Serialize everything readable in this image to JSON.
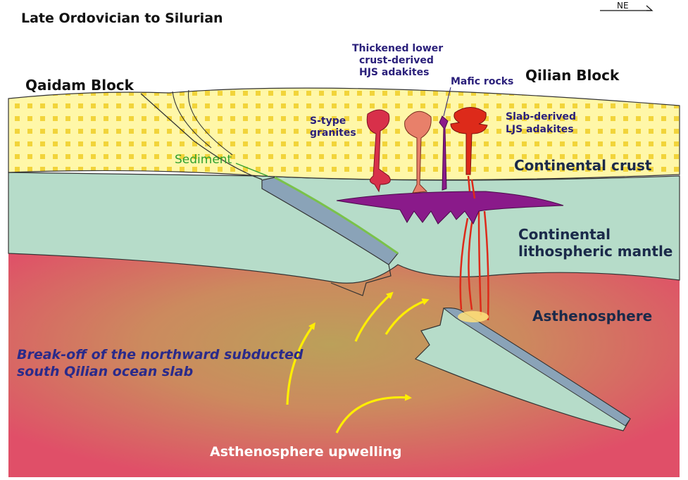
{
  "title": "Late Ordovician to Silurian",
  "orientation": {
    "label": "NE"
  },
  "blocks": {
    "left": "Qaidam Block",
    "right": "Qilian Block"
  },
  "layers": {
    "crust": "Continental crust",
    "mantle_line1": "Continental",
    "mantle_line2": "lithospheric mantle",
    "asthenosphere": "Asthenosphere"
  },
  "rocks": {
    "s_type_line1": "S-type",
    "s_type_line2": "granites",
    "hjs_line1": "Thickened lower",
    "hjs_line2": "crust-derived",
    "hjs_line3": "HJS adakites",
    "mafic": "Mafic rocks",
    "ljs_line1": "Slab-derived",
    "ljs_line2": "LJS adakites"
  },
  "sediment": "Sediment",
  "breakoff_line1": "Break-off of the northward subducted",
  "breakoff_line2": "south Qilian ocean slab",
  "upwelling": "Asthenosphere upwelling",
  "colors": {
    "crust_fill": "#fff7a8",
    "crust_dots": "#f2d43a",
    "mantle": "#b6dcc9",
    "asth_center": "#c09a5a",
    "asth_edge": "#e0506a",
    "slab_crust": "#8aa3b8",
    "magma_purple": "#8a1a8a",
    "granite_red": "#d8304a",
    "hjs_salmon": "#e8806a",
    "arrow_yellow": "#ffee00",
    "melt_red": "#dd2a1a"
  }
}
